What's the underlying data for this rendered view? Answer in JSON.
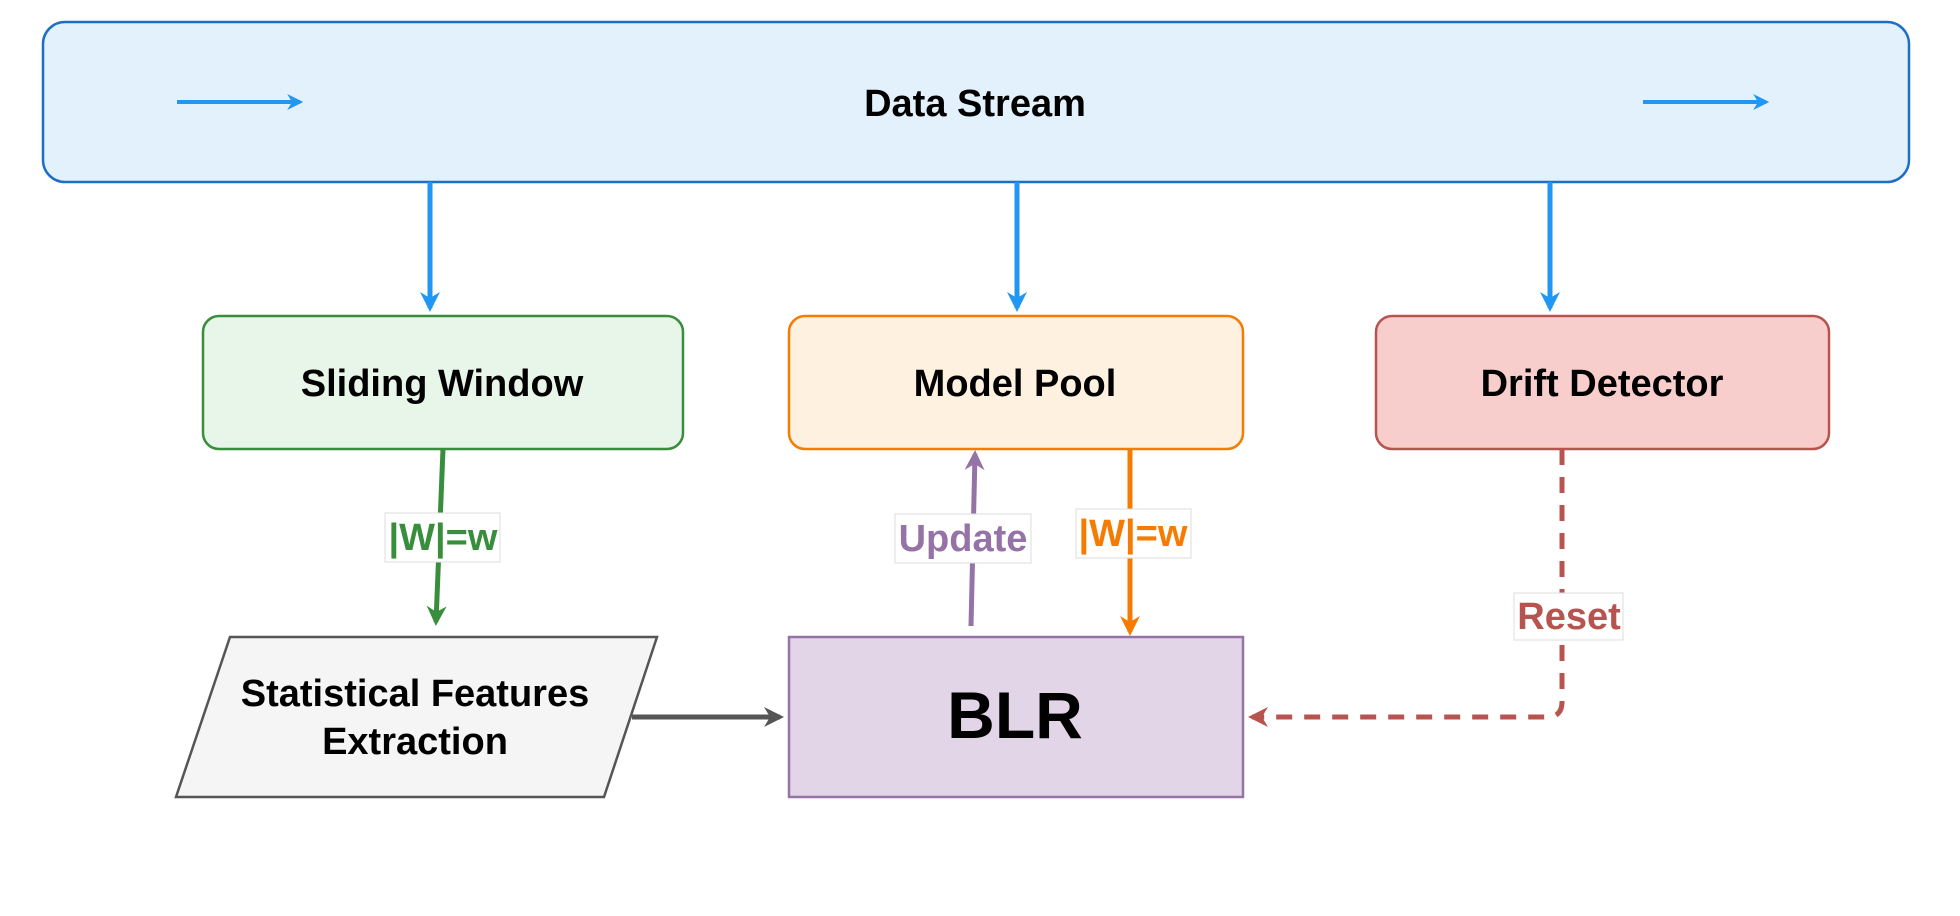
{
  "nodes": {
    "data_stream": {
      "label": "Data Stream"
    },
    "sliding_window": {
      "label": "Sliding Window"
    },
    "model_pool": {
      "label": "Model Pool"
    },
    "drift_detector": {
      "label": "Drift Detector"
    },
    "stat_features": {
      "line1": "Statistical Features",
      "line2": "Extraction"
    },
    "blr": {
      "label": "BLR"
    }
  },
  "edges": {
    "window_to_features_label": "|W|=w",
    "blr_to_pool_label": "Update",
    "pool_to_blr_label": "|W|=w",
    "drift_to_blr_label": "Reset"
  },
  "colors": {
    "stream": "#2196f3",
    "window": "#388e3c",
    "pool": "#f57c00",
    "drift": "#b85450",
    "update": "#9673a6",
    "features": "#555555"
  }
}
